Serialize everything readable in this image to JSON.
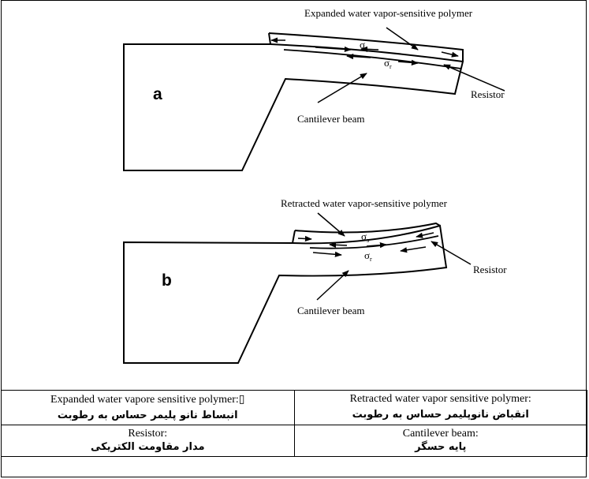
{
  "figure": {
    "panel_a": {
      "label": "a",
      "polymer_label": "Expanded water vapor-sensitive polymer",
      "resistor_label": "Resistor",
      "beam_label": "Cantilever beam",
      "sigma_s": "σ",
      "sigma_s_sub": "s",
      "sigma_r": "σ",
      "sigma_r_sub": "r"
    },
    "panel_b": {
      "label": "b",
      "polymer_label": "Retracted water vapor-sensitive polymer",
      "resistor_label": "Resistor",
      "beam_label": "Cantilever beam",
      "sigma_s": "σ",
      "sigma_s_sub": "s",
      "sigma_r": "σ",
      "sigma_r_sub": "r"
    }
  },
  "legend": [
    {
      "en": "Expanded water vapore sensitive polymer:▯",
      "fa": "انبساط نانو پلیمر حساس به رطوبت"
    },
    {
      "en": "Retracted water vapor sensitive polymer:",
      "fa": "انقباض نانوپلیمر حساس به رطوبت"
    },
    {
      "en": "Resistor:",
      "fa": "مدار مقاومت الکتریکی"
    },
    {
      "en": "Cantilever beam:",
      "fa": "پایه حسگر"
    }
  ]
}
